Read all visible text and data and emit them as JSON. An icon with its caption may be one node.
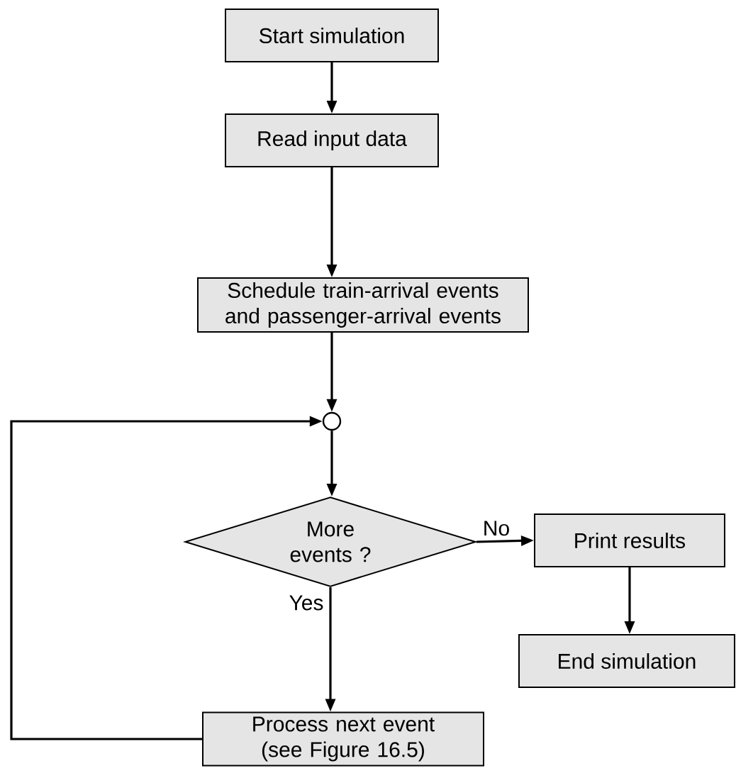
{
  "diagram": {
    "nodes": [
      {
        "text": [
          "Start simulation"
        ]
      },
      {
        "text": [
          "Read input data"
        ]
      },
      {
        "text": [
          "Schedule train-arrival events and passenger-arrival events"
        ]
      },
      {
        "text": [],
        "shape": "circle"
      },
      {
        "text": [
          "More events ?"
        ]
      },
      {
        "text": [
          "Print results"
        ]
      },
      {
        "text": [
          "End simulation"
        ]
      },
      {
        "text": [
          "Process next event (see Figure 16.5)"
        ]
      }
    ],
    "edges": [
      {
        "from": 0,
        "to": 1,
        "arrow": "to"
      },
      {
        "from": 1,
        "to": 2,
        "arrow": "to"
      },
      {
        "from": 2,
        "to": 3,
        "arrow": "to"
      },
      {
        "from": 3,
        "to": 4,
        "arrow": "to"
      },
      {
        "from": 4,
        "to": 5,
        "arrow": "to",
        "label": "No"
      },
      {
        "from": 4,
        "to": 7,
        "arrow": "to",
        "label": "Yes"
      },
      {
        "from": 5,
        "to": 6,
        "arrow": "to"
      },
      {
        "from": 7,
        "to": 3,
        "arrow": "to"
      }
    ]
  }
}
